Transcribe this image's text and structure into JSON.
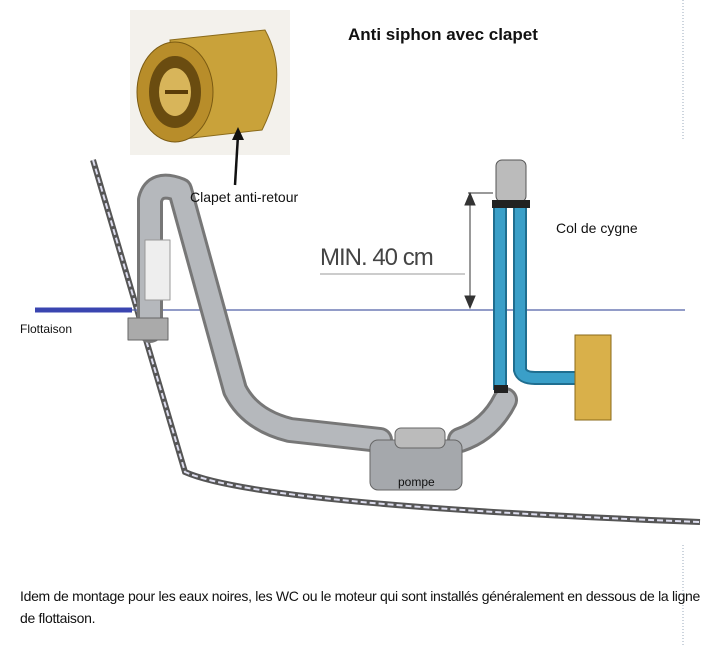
{
  "title": "Anti siphon avec clapet",
  "labels": {
    "clapet": "Clapet anti-retour",
    "col_de_cygne": "Col de cygne",
    "flottaison": "Flottaison",
    "pompe": "pompe",
    "min_height": "MIN. 40 cm"
  },
  "caption": "Idem de montage pour les eaux noires, les WC ou le moteur qui sont installés généralement en dessous de la ligne de flottaison.",
  "colors": {
    "waterline": "#3a45b0",
    "pipe": "#a9acb0",
    "gooseneck": "#3a9fc8",
    "valve": "#c9a23a",
    "wood": "#d9b04a"
  }
}
